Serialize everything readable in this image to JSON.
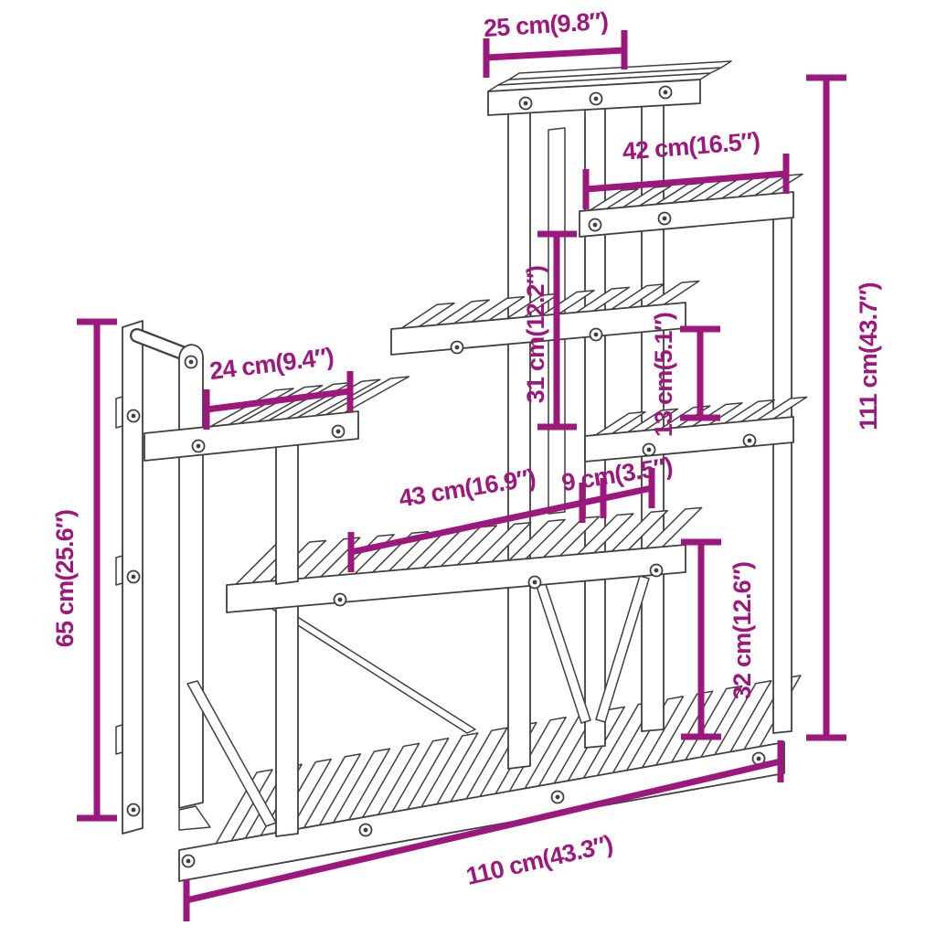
{
  "diagram": {
    "title": "flower-stand-dimension-diagram",
    "colors": {
      "dimension_accent": "#9D187C",
      "line_art": "#3F3F3F",
      "surface": "#FFFFFF"
    },
    "dimensions": {
      "top_shelf_width": {
        "label": "25 cm(9.8″)"
      },
      "second_shelf_width": {
        "label": "42 cm(16.5″)"
      },
      "tier_gap_large": {
        "label": "31 cm(12.2″)"
      },
      "tier_gap_small": {
        "label": "13 cm(5.1″)"
      },
      "total_height": {
        "label": "111 cm(43.7″)"
      },
      "left_shelf_width": {
        "label": "24 cm(9.4″)"
      },
      "middle_shelf_width": {
        "label": "43 cm(16.9″)"
      },
      "post_spacing": {
        "label": "9 cm(3.5″)"
      },
      "left_frame_height": {
        "label": "65 cm(25.6″)"
      },
      "bottom_clearance": {
        "label": "32 cm(12.6″)"
      },
      "total_width": {
        "label": "110 cm(43.3″)"
      }
    }
  }
}
